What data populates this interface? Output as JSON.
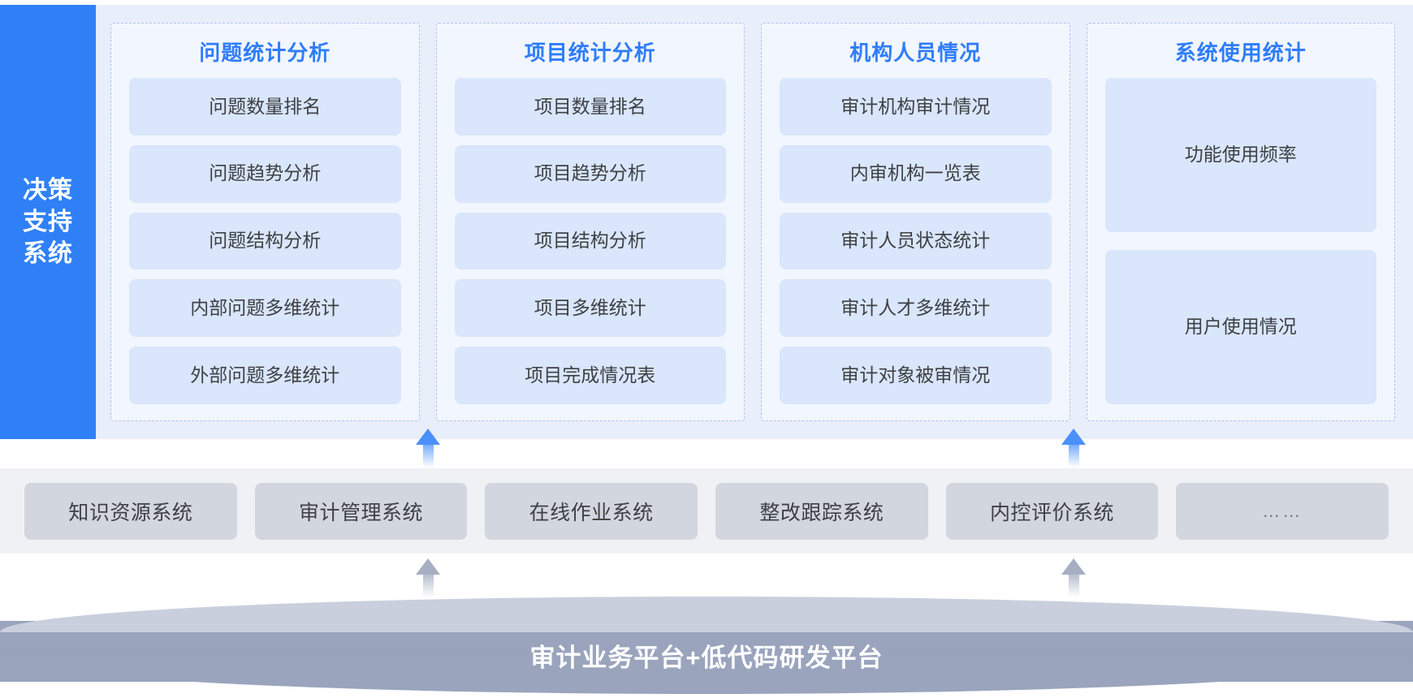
{
  "decision_support": {
    "sidebar_label": "决策\n支持\n系统",
    "sidebar_lines": [
      "决策",
      "支持",
      "系统"
    ],
    "accent_color": "#2f80f7",
    "groups": [
      {
        "title": "问题统计分析",
        "items": [
          "问题数量排名",
          "问题趋势分析",
          "问题结构分析",
          "内部问题多维统计",
          "外部问题多维统计"
        ]
      },
      {
        "title": "项目统计分析",
        "items": [
          "项目数量排名",
          "项目趋势分析",
          "项目结构分析",
          "项目多维统计",
          "项目完成情况表"
        ]
      },
      {
        "title": "机构人员情况",
        "items": [
          "审计机构审计情况",
          "内审机构一览表",
          "审计人员状态统计",
          "审计人才多维统计",
          "审计对象被审情况"
        ]
      },
      {
        "title": "系统使用统计",
        "items": [
          "功能使用频率",
          "用户使用情况"
        ]
      }
    ]
  },
  "source_systems": {
    "items": [
      "知识资源系统",
      "审计管理系统",
      "在线作业系统",
      "整改跟踪系统",
      "内控评价系统",
      "……"
    ]
  },
  "platform": {
    "label": "审计业务平台+低代码研发平台",
    "color": "#99a3bc"
  },
  "connectors": {
    "upper_arrows": [
      "arrow-up-blue-left",
      "arrow-up-blue-right"
    ],
    "lower_arrows": [
      "arrow-up-gray-left",
      "arrow-up-gray-right"
    ]
  }
}
